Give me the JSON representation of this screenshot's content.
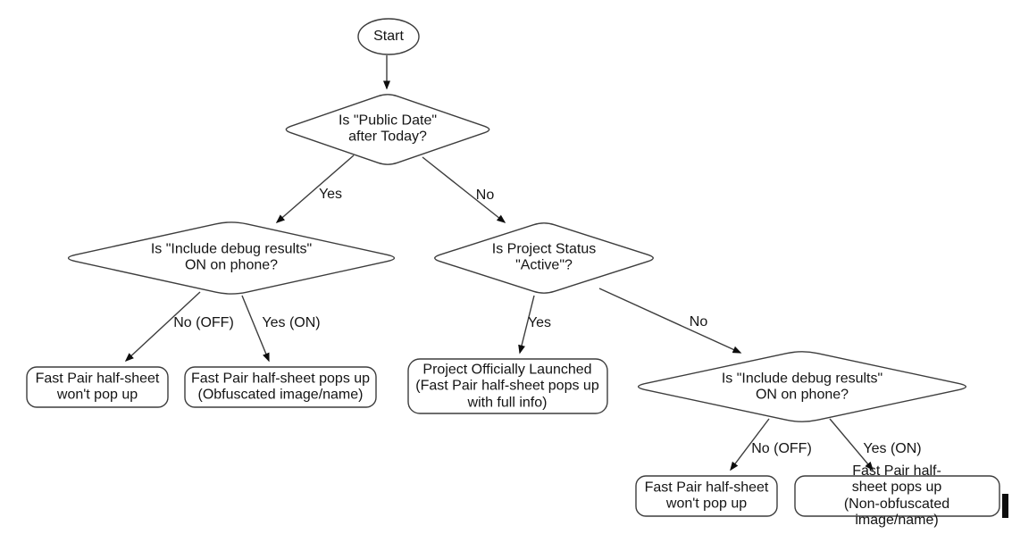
{
  "diagram": {
    "type": "flowchart",
    "colors": {
      "outline": "#3d3d3d",
      "node_fill": "#ffffff",
      "text": "#141414",
      "arrow": "#0d0d0d"
    },
    "nodes": [
      {
        "id": "start",
        "shape": "ellipse",
        "label": "Start"
      },
      {
        "id": "d1",
        "shape": "decision",
        "label": "Is \"Public Date\"\nafter Today?"
      },
      {
        "id": "d2",
        "shape": "decision",
        "label": "Is \"Include debug results\"\nON on phone?"
      },
      {
        "id": "d3",
        "shape": "decision",
        "label": "Is Project Status\n\"Active\"?"
      },
      {
        "id": "d4",
        "shape": "decision",
        "label": "Is \"Include debug results\"\nON on phone?"
      },
      {
        "id": "r1",
        "shape": "terminal",
        "label": "Fast Pair half-sheet\nwon't pop up"
      },
      {
        "id": "r2",
        "shape": "terminal",
        "label": "Fast Pair half-sheet pops up\n(Obfuscated image/name)"
      },
      {
        "id": "r3",
        "shape": "terminal",
        "label": "Project Officially Launched\n(Fast Pair half-sheet pops up\nwith full info)"
      },
      {
        "id": "r4",
        "shape": "terminal",
        "label": "Fast Pair half-sheet\nwon't pop up"
      },
      {
        "id": "r5",
        "shape": "terminal",
        "label": "Fast Pair half-sheet pops up\n(Non-obfuscated image/name)"
      }
    ],
    "edges": [
      {
        "from": "start",
        "to": "d1",
        "label": ""
      },
      {
        "from": "d1",
        "to": "d2",
        "label": "Yes"
      },
      {
        "from": "d1",
        "to": "d3",
        "label": "No"
      },
      {
        "from": "d2",
        "to": "r1",
        "label": "No (OFF)"
      },
      {
        "from": "d2",
        "to": "r2",
        "label": "Yes (ON)"
      },
      {
        "from": "d3",
        "to": "r3",
        "label": "Yes"
      },
      {
        "from": "d3",
        "to": "d4",
        "label": "No"
      },
      {
        "from": "d4",
        "to": "r4",
        "label": "No (OFF)"
      },
      {
        "from": "d4",
        "to": "r5",
        "label": "Yes (ON)"
      }
    ]
  }
}
